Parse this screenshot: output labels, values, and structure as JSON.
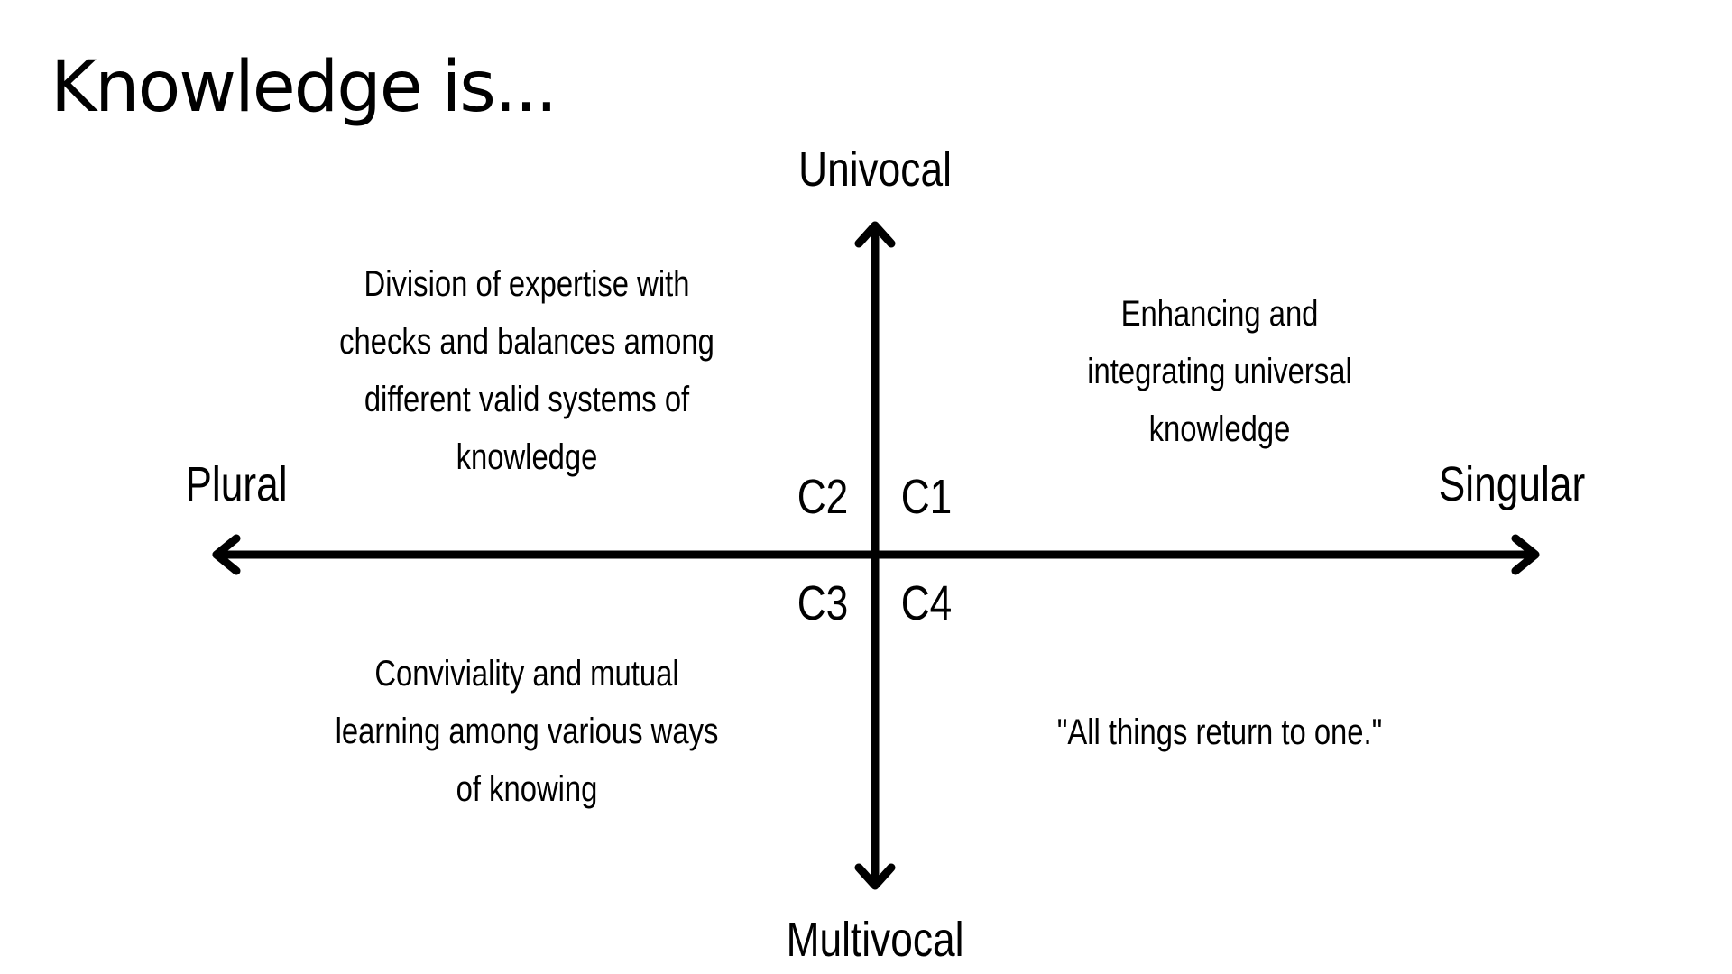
{
  "title": "Knowledge is...",
  "axes": {
    "top": "Univocal",
    "bottom": "Multivocal",
    "left": "Plural",
    "right": "Singular"
  },
  "quadrant_codes": {
    "c1": "C1",
    "c2": "C2",
    "c3": "C3",
    "c4": "C4"
  },
  "quadrants": {
    "top_left": [
      "Division of expertise with",
      "checks and balances among",
      "different valid systems of",
      "knowledge"
    ],
    "top_right": [
      "Enhancing and",
      "integrating universal",
      "knowledge"
    ],
    "bottom_left": [
      "Conviviality and mutual",
      "learning among various ways",
      "of knowing"
    ],
    "bottom_right": [
      "\"All things return to one.\""
    ]
  }
}
